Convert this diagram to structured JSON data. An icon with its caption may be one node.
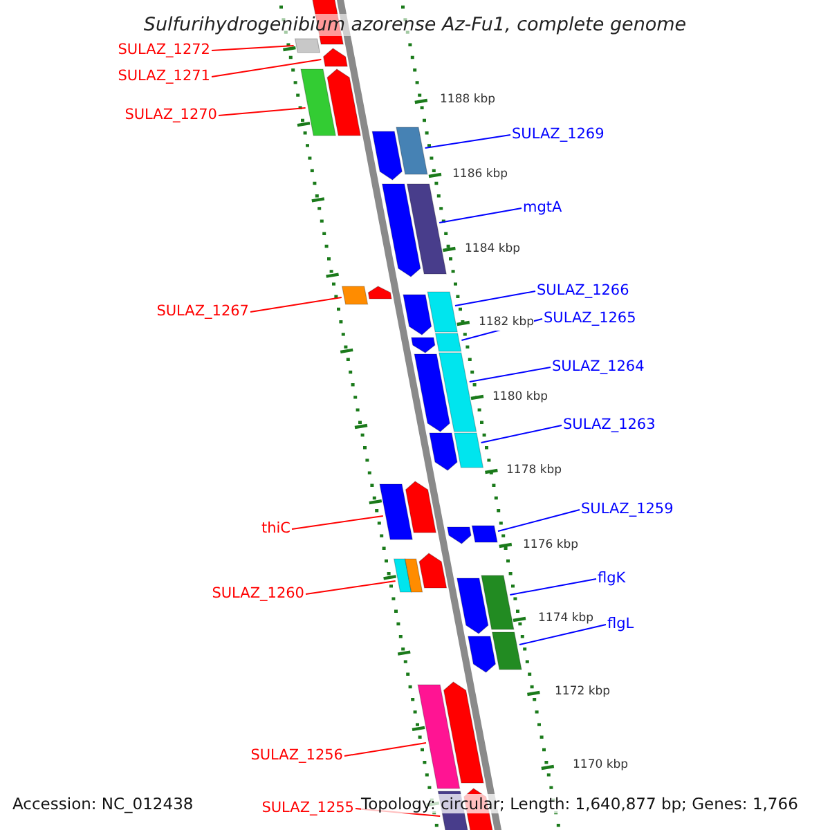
{
  "diagram": {
    "title": "Sulfurihydrogenibium azorense Az-Fu1, complete genome",
    "nodes": [
      {
        "text": [
          "SULAZ_1272"
        ]
      },
      {
        "text": [],
        "shape": "bar"
      },
      {
        "text": [
          "SULAZ_1271"
        ]
      },
      {
        "text": [],
        "shape": "arrow"
      },
      {
        "text": [
          "SULAZ_1270"
        ]
      },
      {
        "text": [],
        "shape": "bar"
      },
      {
        "text": [
          "SULAZ_1269"
        ]
      },
      {
        "text": [],
        "shape": "bar"
      },
      {
        "text": [
          "mgtA"
        ]
      },
      {
        "text": [],
        "shape": "bar"
      },
      {
        "text": [
          "SULAZ_1266"
        ]
      },
      {
        "text": [],
        "shape": "bar"
      },
      {
        "text": [
          "SULAZ_1267"
        ]
      },
      {
        "text": [],
        "shape": "bar"
      },
      {
        "text": [
          "SULAZ_1265"
        ]
      },
      {
        "text": [],
        "shape": "bar"
      },
      {
        "text": [
          "SULAZ_1264"
        ]
      },
      {
        "text": [],
        "shape": "bar"
      },
      {
        "text": [
          "SULAZ_1263"
        ]
      },
      {
        "text": [],
        "shape": "bar"
      },
      {
        "text": [
          "SULAZ_1259"
        ]
      },
      {
        "text": [],
        "shape": "bar"
      },
      {
        "text": [
          "thiC"
        ]
      },
      {
        "text": [],
        "shape": "bar"
      },
      {
        "text": [
          "flgK"
        ]
      },
      {
        "text": [],
        "shape": "bar"
      },
      {
        "text": [
          "SULAZ_1260"
        ]
      },
      {
        "text": [],
        "shape": "bar"
      },
      {
        "text": [
          "flgL"
        ]
      },
      {
        "text": [],
        "shape": "bar"
      },
      {
        "text": [
          "SULAZ_1256"
        ]
      },
      {
        "text": [],
        "shape": "bar"
      },
      {
        "text": [
          "SULAZ_1255"
        ]
      },
      {
        "text": [],
        "shape": "bar"
      },
      {
        "text": [],
        "shape": "arrow"
      },
      {
        "text": [],
        "shape": "arrow"
      },
      {
        "text": [],
        "shape": "arrow"
      },
      {
        "text": [],
        "shape": "arrow"
      },
      {
        "text": [],
        "shape": "arrow"
      },
      {
        "text": [],
        "shape": "arrow"
      },
      {
        "text": [],
        "shape": "arrow"
      },
      {
        "text": [],
        "shape": "arrow"
      },
      {
        "text": [],
        "shape": "arrow"
      },
      {
        "text": [],
        "shape": "arrow"
      },
      {
        "text": [],
        "shape": "arrow"
      },
      {
        "text": [],
        "shape": "arrow"
      },
      {
        "text": [],
        "shape": "bar"
      },
      {
        "text": [],
        "shape": "arrow"
      },
      {
        "text": [],
        "shape": "arrow"
      },
      {
        "text": [],
        "shape": "arrow"
      },
      {
        "text": [],
        "shape": "arrow"
      }
    ],
    "edges": [
      {
        "from": 0,
        "to": 1,
        "arrow": "none",
        "color": "#ff0000"
      },
      {
        "from": 2,
        "to": 3,
        "arrow": "none",
        "color": "#ff0000"
      },
      {
        "from": 4,
        "to": 5,
        "arrow": "none",
        "color": "#ff0000"
      },
      {
        "from": 6,
        "to": 7,
        "arrow": "none"
      },
      {
        "from": 8,
        "to": 9,
        "arrow": "none"
      },
      {
        "from": 10,
        "to": 11,
        "arrow": "none"
      },
      {
        "from": 12,
        "to": 13,
        "arrow": "none",
        "color": "#ff0000"
      },
      {
        "from": 14,
        "to": 15,
        "arrow": "none"
      },
      {
        "from": 16,
        "to": 17,
        "arrow": "none"
      },
      {
        "from": 18,
        "to": 19,
        "arrow": "none"
      },
      {
        "from": 20,
        "to": 21,
        "arrow": "none"
      },
      {
        "from": 22,
        "to": 23,
        "arrow": "none",
        "color": "#ff0000"
      },
      {
        "from": 24,
        "to": 25,
        "arrow": "none"
      },
      {
        "from": 26,
        "to": 27,
        "arrow": "none",
        "color": "#ff0000"
      },
      {
        "from": 28,
        "to": 29,
        "arrow": "none"
      },
      {
        "from": 30,
        "to": 31,
        "arrow": "none",
        "color": "#ff0000"
      },
      {
        "from": 32,
        "to": 33,
        "arrow": "none",
        "color": "#ff0000"
      }
    ],
    "labels": [
      "1188 kbp",
      "1186 kbp",
      "1184 kbp",
      "1182 kbp",
      "1180 kbp",
      "1178 kbp",
      "1176 kbp",
      "1174 kbp",
      "1172 kbp",
      "1170 kbp",
      "Accession: NC_012438",
      "Topology: circular; Length: 1,640,877 bp; Genes: 1,766"
    ]
  }
}
